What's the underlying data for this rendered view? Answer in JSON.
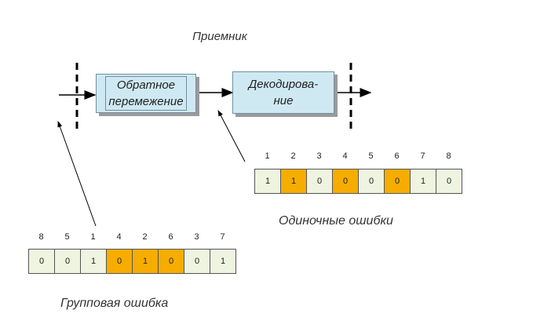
{
  "title": "Приемник",
  "blocks": {
    "deinterleave": [
      "Обратное",
      "перемежение"
    ],
    "decode": [
      "Декодирова-",
      "ние"
    ]
  },
  "single": {
    "label": "Одиночные ошибки",
    "indices": [
      "1",
      "2",
      "3",
      "4",
      "5",
      "6",
      "7",
      "8"
    ],
    "bits": [
      "1",
      "1",
      "0",
      "0",
      "0",
      "0",
      "1",
      "0"
    ],
    "errors": [
      false,
      true,
      false,
      true,
      false,
      true,
      false,
      false
    ]
  },
  "burst": {
    "label": "Групповая ошибка",
    "indices": [
      "8",
      "5",
      "1",
      "4",
      "2",
      "6",
      "3",
      "7"
    ],
    "bits": [
      "0",
      "0",
      "1",
      "0",
      "1",
      "0",
      "0",
      "1"
    ],
    "errors": [
      false,
      false,
      false,
      true,
      true,
      true,
      false,
      false
    ]
  },
  "colors": {
    "error_cell": "#f6ad00",
    "normal_cell": "#eef4e0",
    "block_fill": "#cfe9f3"
  }
}
